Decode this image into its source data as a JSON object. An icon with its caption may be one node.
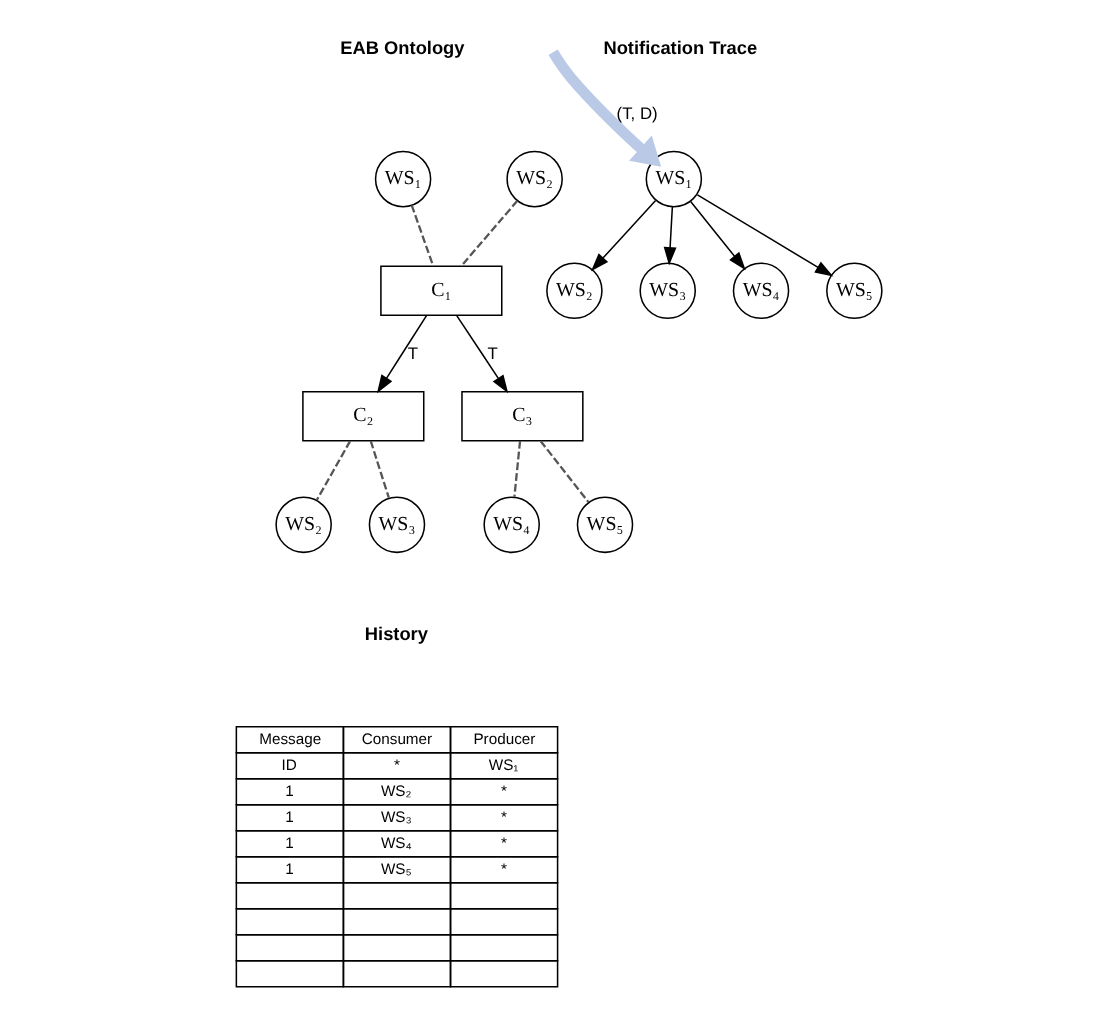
{
  "diagram": {
    "nodes": [
      {
        "text": [
          "WS₁"
        ]
      },
      {
        "text": [
          "WS₂"
        ]
      },
      {
        "text": [
          "C₁"
        ]
      },
      {
        "text": [
          "C₂"
        ]
      },
      {
        "text": [
          "C₃"
        ]
      },
      {
        "text": [
          "WS₂"
        ]
      },
      {
        "text": [
          "WS₃"
        ]
      },
      {
        "text": [
          "WS₄"
        ]
      },
      {
        "text": [
          "WS₅"
        ]
      },
      {
        "text": [
          "WS₁"
        ]
      },
      {
        "text": [
          "WS₂"
        ]
      },
      {
        "text": [
          "WS₃"
        ]
      },
      {
        "text": [
          "WS₄"
        ]
      },
      {
        "text": [
          "WS₅"
        ]
      }
    ],
    "edges": [
      {
        "from": 0,
        "to": 2,
        "arrow": "none",
        "style": "dashed"
      },
      {
        "from": 1,
        "to": 2,
        "arrow": "none",
        "style": "dashed"
      },
      {
        "from": 2,
        "to": 3,
        "arrow": "to",
        "label": "T"
      },
      {
        "from": 2,
        "to": 4,
        "arrow": "to",
        "label": "T"
      },
      {
        "from": 3,
        "to": 5,
        "arrow": "none",
        "style": "dashed"
      },
      {
        "from": 3,
        "to": 6,
        "arrow": "none",
        "style": "dashed"
      },
      {
        "from": 4,
        "to": 7,
        "arrow": "none",
        "style": "dashed"
      },
      {
        "from": 4,
        "to": 8,
        "arrow": "none",
        "style": "dashed"
      },
      {
        "from": 9,
        "to": 10,
        "arrow": "to"
      },
      {
        "from": 9,
        "to": 11,
        "arrow": "to"
      },
      {
        "from": 9,
        "to": 12,
        "arrow": "to"
      },
      {
        "from": 9,
        "to": 13,
        "arrow": "to"
      },
      {
        "from": null,
        "to": 9,
        "arrow": "to",
        "label": "(T, D)",
        "style": "thick",
        "color": "#b9c9e6"
      }
    ],
    "labels": [
      "EAB Ontology",
      "Notification Trace",
      "History",
      "Message",
      "Consumer",
      "Producer",
      "ID",
      "*",
      "WS₁",
      "1",
      "WS₂",
      "*",
      "1",
      "WS₃",
      "*",
      "1",
      "WS₄",
      "*",
      "1",
      "WS₅",
      "*"
    ]
  }
}
